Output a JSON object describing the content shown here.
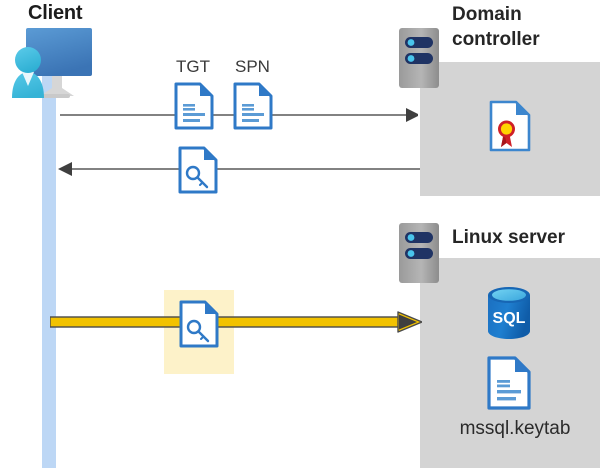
{
  "diagram": {
    "type": "kerberos-authentication-flow",
    "background_color": "#ffffff",
    "panel_color": "#d4d4d4",
    "accent_blue": "#2f79c7",
    "highlight_color": "#fdf2c9",
    "arrow_yellow": "#f2c200",
    "lifeline_color": "#bdd7f5"
  },
  "client": {
    "title": "Client",
    "icon": "user-with-monitor-icon"
  },
  "domain_controller": {
    "title_line1": "Domain",
    "title_line2": "controller",
    "server_icon": "server-rack-icon",
    "content_icon": "certificate-document-icon"
  },
  "linux_server": {
    "title": "Linux server",
    "server_icon": "server-rack-icon",
    "database_icon": "sql-database-icon",
    "database_label": "SQL",
    "keytab_icon": "text-document-icon",
    "keytab_label": "mssql.keytab"
  },
  "flows": [
    {
      "id": "request",
      "direction": "client-to-domain-controller",
      "color": "#595959",
      "labels": [
        "TGT",
        "SPN"
      ],
      "icons": [
        "tgt-document-icon",
        "spn-document-icon"
      ]
    },
    {
      "id": "response",
      "direction": "domain-controller-to-client",
      "color": "#595959",
      "labels": [],
      "icons": [
        "service-ticket-key-document-icon"
      ]
    },
    {
      "id": "service-ticket",
      "direction": "client-to-linux-server",
      "color": "#f2c200",
      "labels": [],
      "icons": [
        "service-ticket-key-document-icon"
      ],
      "highlighted": true
    }
  ],
  "labels": {
    "tgt": "TGT",
    "spn": "SPN"
  }
}
